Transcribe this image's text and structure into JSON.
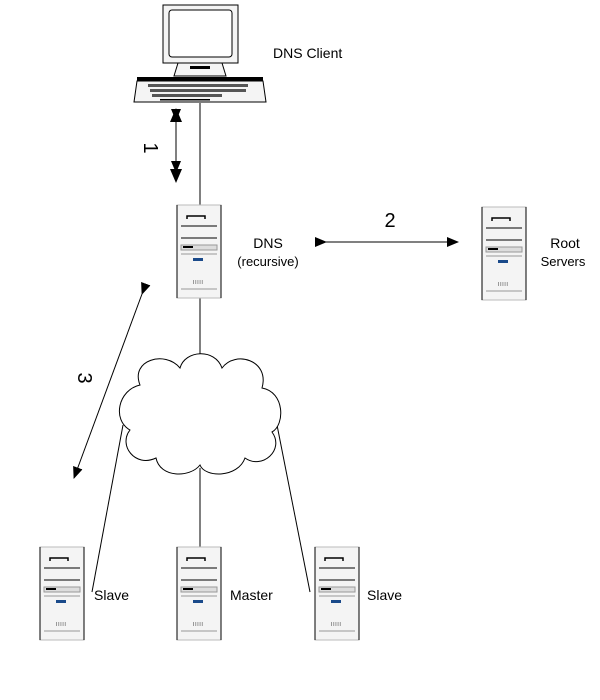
{
  "nodes": {
    "client": {
      "label": "DNS Client"
    },
    "dns": {
      "label": "DNS",
      "sublabel": "(recursive)"
    },
    "root": {
      "label": "Root",
      "sublabel": "Servers"
    },
    "slave_left": {
      "label": "Slave"
    },
    "master": {
      "label": "Master"
    },
    "slave_right": {
      "label": "Slave"
    }
  },
  "steps": {
    "one": "1",
    "two": "2",
    "three": "3"
  },
  "colors": {
    "line": "#000000",
    "server_fill": "#f4f4f4",
    "server_led": "#1a4a8a"
  }
}
